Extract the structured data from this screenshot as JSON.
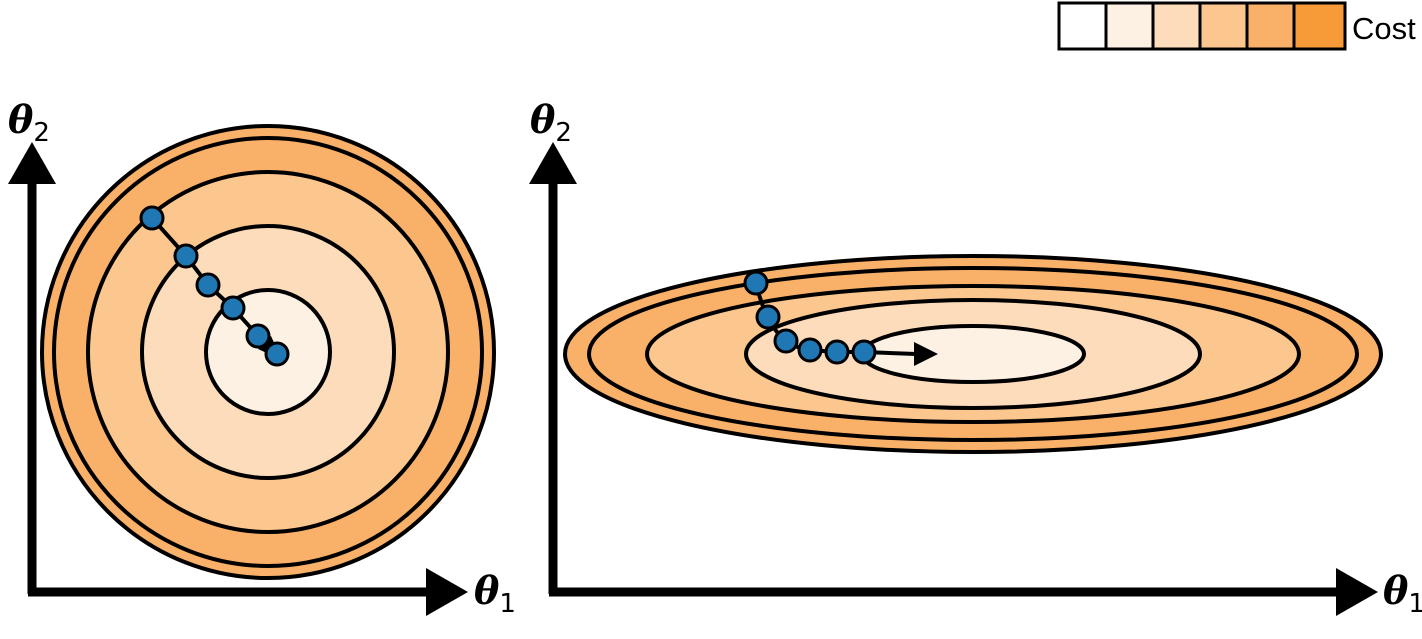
{
  "legend": {
    "label": "Cost",
    "swatch_colors": [
      "#ffffff",
      "#fdf1e4",
      "#fcdcbb",
      "#fbc78f",
      "#f9b068",
      "#f79a38"
    ]
  },
  "colors": {
    "contour_stroke": "#000000",
    "path_point_fill": "#1f77b4",
    "axis": "#000000"
  },
  "left_panel": {
    "name": "circular-cost-contours",
    "y_axis_label": {
      "symbol": "θ",
      "subscript": "2"
    },
    "x_axis_label": {
      "symbol": "θ",
      "subscript": "1"
    },
    "contour_levels": 6,
    "descent_steps": 6
  },
  "right_panel": {
    "name": "elongated-cost-contours",
    "y_axis_label": {
      "symbol": "θ",
      "subscript": "2"
    },
    "x_axis_label": {
      "symbol": "θ",
      "subscript": "1"
    },
    "contour_levels": 6,
    "descent_steps": 6
  }
}
